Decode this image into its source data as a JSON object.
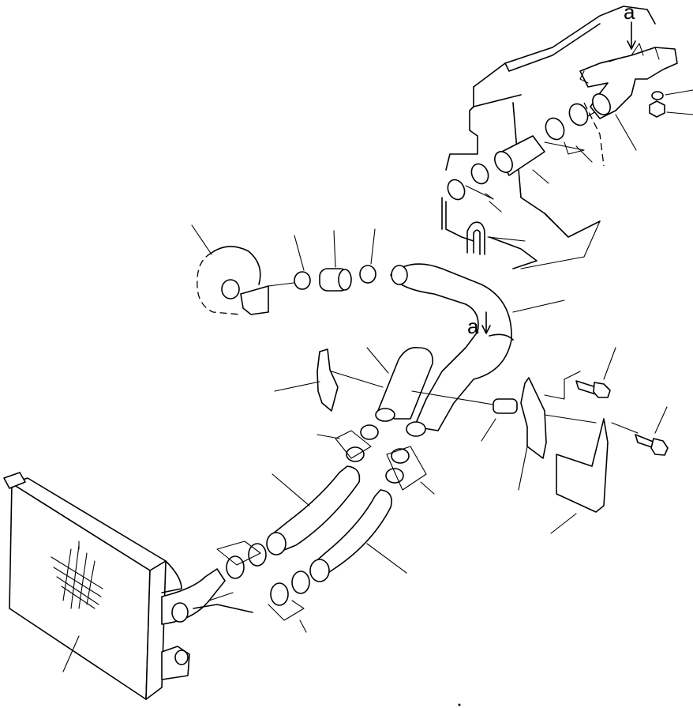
{
  "figure": {
    "labels": [
      {
        "id": "top",
        "text": "a"
      },
      {
        "id": "pipe",
        "text": "a"
      }
    ]
  },
  "colors": {
    "line": "#000000",
    "background": "#ffffff"
  }
}
